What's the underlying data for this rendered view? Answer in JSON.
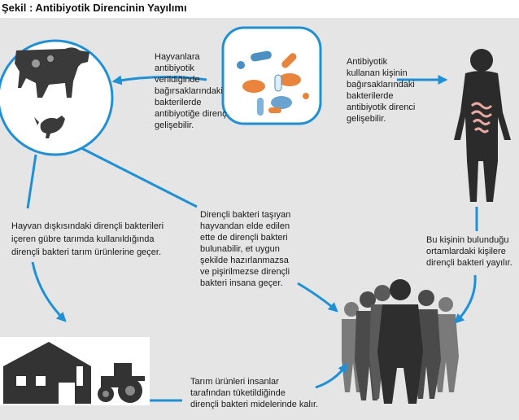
{
  "title": "Şekil : Antibiyotik Direncinin Yayılımı",
  "texts": {
    "animals": [
      "Hayvanlara",
      "antibiyotik",
      "verildiğinde",
      "bağırsaklarındaki",
      "bakterilerde",
      "antibiyotiğe direnç",
      "gelişebilir."
    ],
    "human": [
      "Antibiyotik",
      "kullanan kişinin",
      "bağırsaklarındaki",
      "bakterilerde",
      "antibiyotik direnci",
      "gelişebilir."
    ],
    "manure": [
      "Hayvan dışkısındaki dirençli bakterileri",
      "içeren gübre tarımda kullanıldığında",
      "dirençli bakteri tarım ürünlerine geçer."
    ],
    "meat": [
      "Dirençli bakteri taşıyan",
      "hayvandan elde edilen",
      "ette de dirençli bakteri",
      "bulunabilir, et uygun",
      "şekilde hazırlanmazsa",
      "ve pişirilmezse dirençli",
      "bakteri insana geçer."
    ],
    "community": [
      "Bu kişinin bulunduğu",
      "ortamlardaki kişilere",
      "dirençli bakteri yayılır."
    ],
    "farm": [
      "Tarım ürünleri insanlar",
      "tarafından tüketildiğinde",
      "dirençli bakteri midelerinde kalır."
    ]
  },
  "colors": {
    "arrow": "#1e90d6",
    "panel": "#e5e5e5",
    "silhouette": "#2b2b2b"
  }
}
